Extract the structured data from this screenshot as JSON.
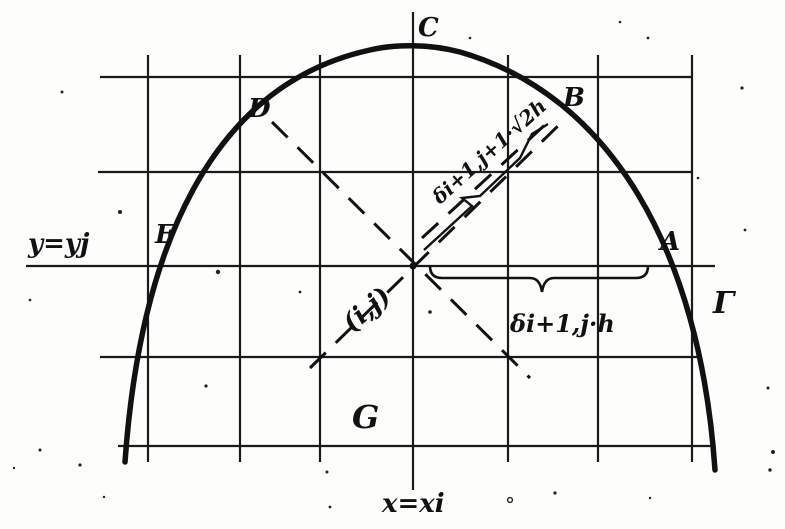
{
  "figure": {
    "colors": {
      "ink": "#111111",
      "paper": "#fdfdfb",
      "grid": "#1a1a1a"
    },
    "labels": {
      "point_c": "C",
      "point_b": "B",
      "point_d": "D",
      "point_e": "E",
      "point_a": "A",
      "region_g": "G",
      "boundary_gamma": "Γ",
      "node_ij": "(i,j)",
      "line_y": "y=yj",
      "line_x": "x=xi",
      "delta_diag": "δi+1,j+1·√2h",
      "delta_horiz": "δi+1,j·h"
    }
  }
}
